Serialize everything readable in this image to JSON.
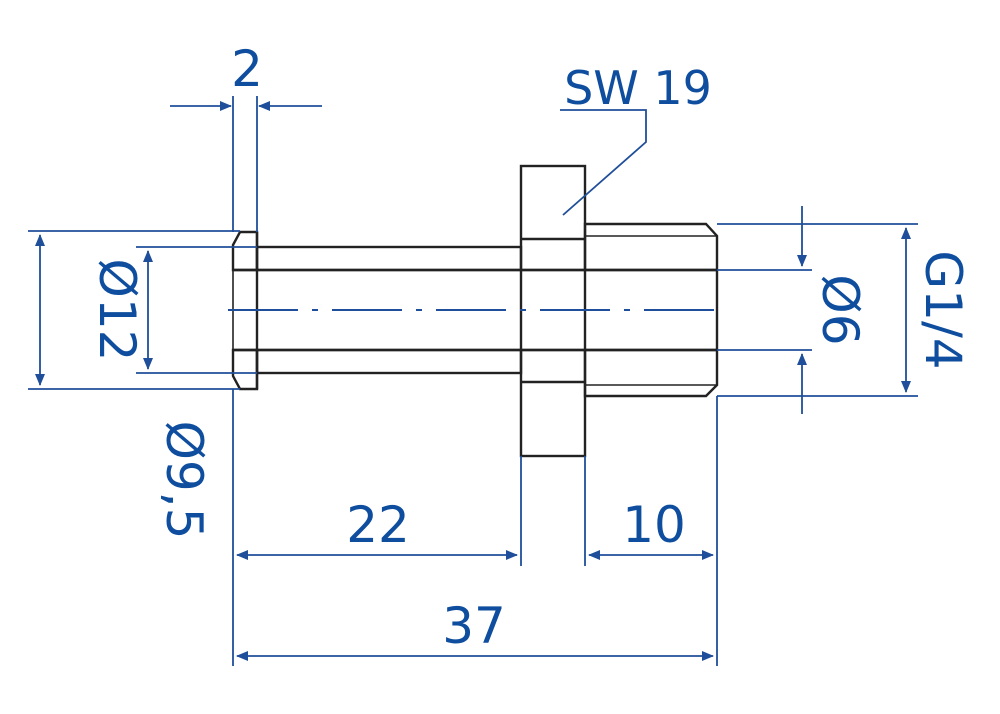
{
  "labels": {
    "flange_thickness": "2",
    "wrench_size": "SW 19",
    "bore_diameter": "Ø6",
    "thread": "G1/4",
    "outer_diameter": "Ø12",
    "inner_diameter": "Ø9,5",
    "shaft_length": "22",
    "thread_length": "10",
    "total_length": "37"
  },
  "colors": {
    "dimension": "#1f4f9a",
    "text": "#0f4e9e",
    "part": "#222222"
  }
}
